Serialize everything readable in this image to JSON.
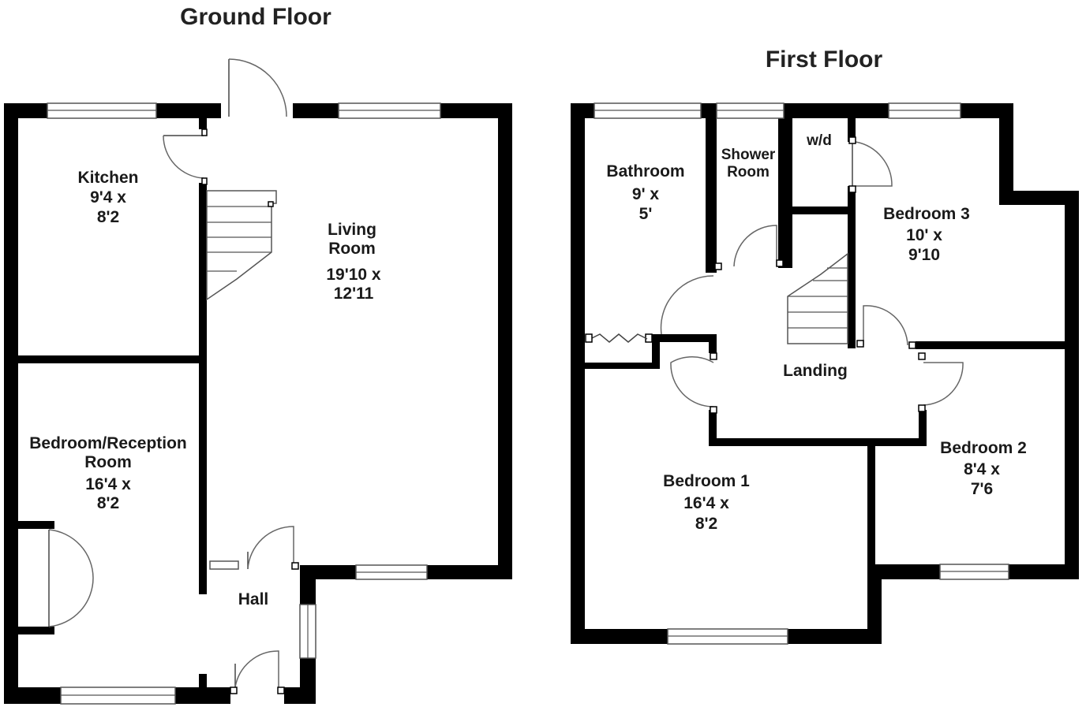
{
  "headings": {
    "ground": "Ground Floor",
    "first": "First Floor"
  },
  "ground_floor": {
    "kitchen": {
      "name": "Kitchen",
      "dim1": "9'4 x",
      "dim2": "8'2"
    },
    "living_room": {
      "name1": "Living",
      "name2": "Room",
      "dim1": "19'10 x",
      "dim2": "12'11"
    },
    "bedroom_reception": {
      "name1": "Bedroom/Reception",
      "name2": "Room",
      "dim1": "16'4 x",
      "dim2": "8'2"
    },
    "hall": {
      "name": "Hall"
    }
  },
  "first_floor": {
    "bathroom": {
      "name": "Bathroom",
      "dim1": "9' x",
      "dim2": "5'"
    },
    "shower_room": {
      "name1": "Shower",
      "name2": "Room"
    },
    "wd": {
      "name": "w/d"
    },
    "bedroom3": {
      "name": "Bedroom 3",
      "dim1": "10' x",
      "dim2": "9'10"
    },
    "landing": {
      "name": "Landing"
    },
    "bedroom1": {
      "name": "Bedroom 1",
      "dim1": "16'4 x",
      "dim2": "8'2"
    },
    "bedroom2": {
      "name": "Bedroom 2",
      "dim1": "8'4 x",
      "dim2": "7'6"
    }
  }
}
